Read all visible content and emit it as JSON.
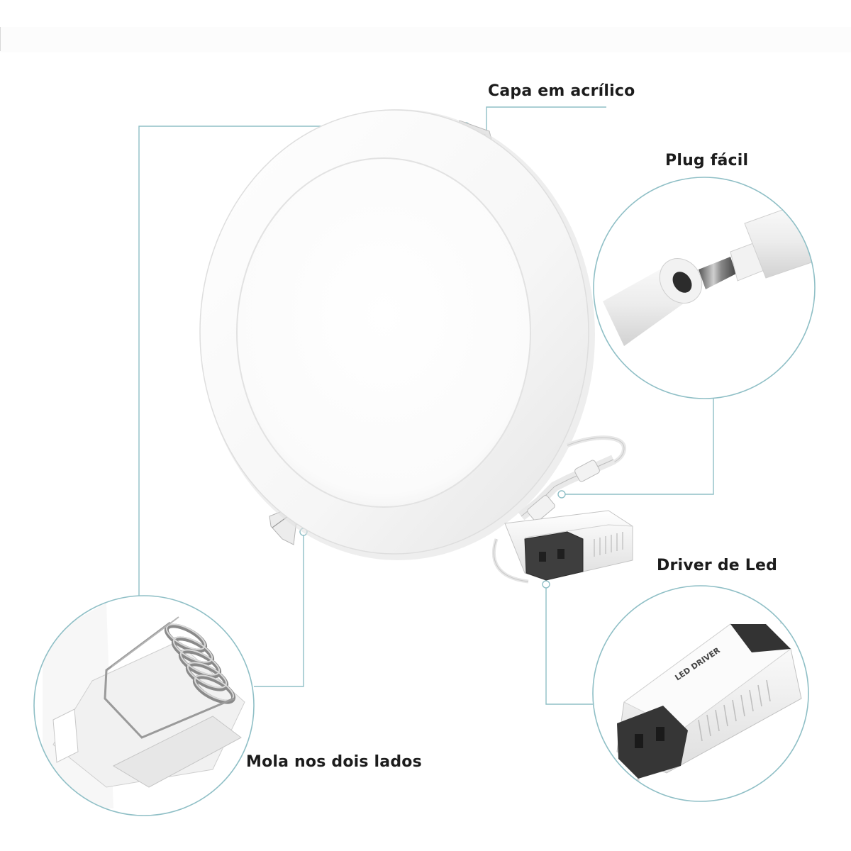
{
  "callouts": {
    "acrylic_cover": "Capa em acrílico",
    "easy_plug": "Plug fácil",
    "led_driver": "Driver de Led",
    "springs": "Mola nos dois lados"
  },
  "driver_printed_text": "LED DRIVER",
  "colors": {
    "leader_line": "#8fbfc6",
    "panel_white": "#ffffff",
    "panel_shadow": "#dcdcdc",
    "driver_dark": "#3a3a3a",
    "label_text": "#1c1c1c"
  }
}
